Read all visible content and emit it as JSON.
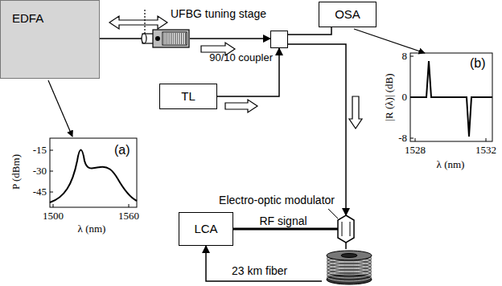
{
  "diagram": {
    "nodes": [
      {
        "text": [
          "EDFA"
        ]
      },
      {
        "text": [
          "UFBG tuning stage"
        ]
      },
      {
        "text": [
          "OSA"
        ]
      },
      {
        "text": [
          "TL"
        ]
      },
      {
        "text": [
          "90/10 coupler"
        ]
      },
      {
        "text": [
          "Electro-optic modulator"
        ]
      },
      {
        "text": [
          "LCA"
        ]
      },
      {
        "text": [
          "23 km fiber"
        ]
      }
    ],
    "edges": [
      {
        "from": 0,
        "to": 1,
        "arrow": "none"
      },
      {
        "from": 1,
        "to": 4,
        "arrow": "to"
      },
      {
        "from": 3,
        "to": 4,
        "arrow": "to"
      },
      {
        "from": 4,
        "to": 2,
        "arrow": "none"
      },
      {
        "from": 4,
        "to": 5,
        "arrow": "to"
      },
      {
        "from": 6,
        "to": 5,
        "label": "RF signal",
        "arrow": "none"
      },
      {
        "from": 5,
        "to": 7,
        "arrow": "none"
      },
      {
        "from": 7,
        "to": 6,
        "arrow": "to"
      }
    ],
    "labels": [
      "(a)",
      "P (dBm)",
      "-15",
      "-30",
      "-45",
      "1500",
      "1560",
      "λ (nm)",
      "(b)",
      "|R (λ)| (dB)",
      "8",
      "0",
      "-8",
      "1528",
      "1532",
      "λ (nm)"
    ]
  }
}
